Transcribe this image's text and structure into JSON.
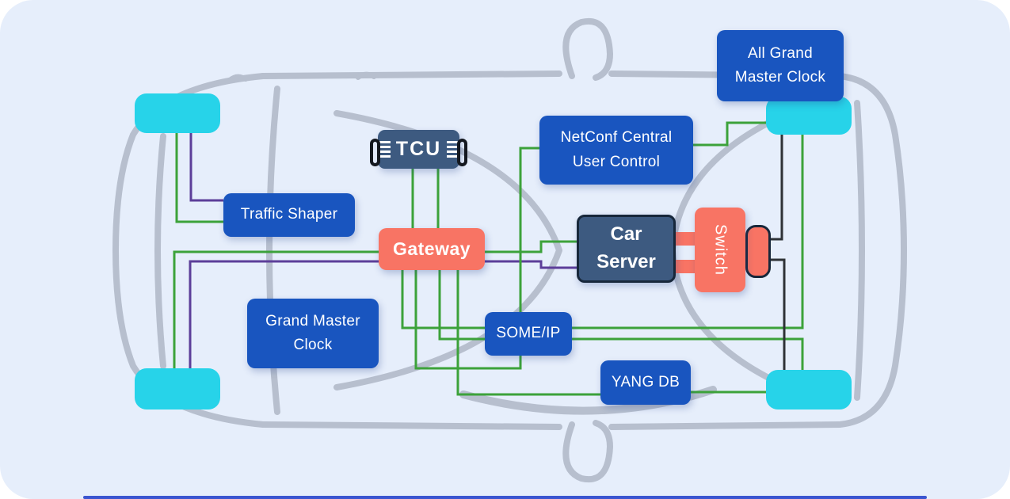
{
  "diagram": {
    "nodes": {
      "all_gmc": {
        "line1": "All Grand",
        "line2": "Master Clock"
      },
      "netconf": {
        "line1": "NetConf Central",
        "line2": "User Control"
      },
      "tcu": {
        "label": "TCU"
      },
      "traffic_shaper": {
        "label": "Traffic Shaper"
      },
      "gateway": {
        "label": "Gateway"
      },
      "car_server": {
        "line1": "Car",
        "line2": "Server"
      },
      "switch": {
        "label": "Switch"
      },
      "gmc": {
        "line1": "Grand Master",
        "line2": "Clock"
      },
      "someip": {
        "label": "SOME/IP"
      },
      "yangdb": {
        "label": "YANG DB"
      }
    },
    "edges": [
      {
        "name": "wheel-front-left-to-traffic-shaper",
        "color": "green"
      },
      {
        "name": "wheel-front-left-to-traffic-shaper",
        "color": "purple"
      },
      {
        "name": "wheel-rear-left-to-car-server-via-gateway",
        "color": "green"
      },
      {
        "name": "wheel-rear-left-to-car-server-via-gateway",
        "color": "purple"
      },
      {
        "name": "tcu-to-gateway-1",
        "color": "green"
      },
      {
        "name": "tcu-to-gateway-2",
        "color": "green"
      },
      {
        "name": "gateway-to-wheel-front-right-via-someip",
        "color": "green"
      },
      {
        "name": "gateway-to-wheel-rear-right-via-someip",
        "color": "green"
      },
      {
        "name": "netconf-to-gateway-via-someip",
        "color": "green"
      },
      {
        "name": "gateway-to-yangdb",
        "color": "green"
      },
      {
        "name": "yangdb-to-wheel-rear-right",
        "color": "green"
      },
      {
        "name": "netconf-to-wheel-front-right",
        "color": "green"
      },
      {
        "name": "wheel-front-right-to-switch-pill",
        "color": "black"
      },
      {
        "name": "switch-pill-to-wheel-rear-right",
        "color": "black"
      }
    ],
    "wheels": [
      "front-left",
      "front-right",
      "rear-left",
      "rear-right"
    ]
  },
  "icons": {
    "tcu_side_lines": "hamburger-lines",
    "tcu_brackets": "device-mount-bracket"
  },
  "colors": {
    "node_blue": "#1955bf",
    "node_salmon": "#f87464",
    "node_slate": "#3d5a80",
    "wheel_cyan": "#27d3e9",
    "green_line": "#3ca23a",
    "purple_line": "#5c3e99",
    "black_line": "#2e3236",
    "car_outline": "#b7bfce",
    "background": "#e6eefb",
    "bottom_bar": "#3b55d0"
  }
}
